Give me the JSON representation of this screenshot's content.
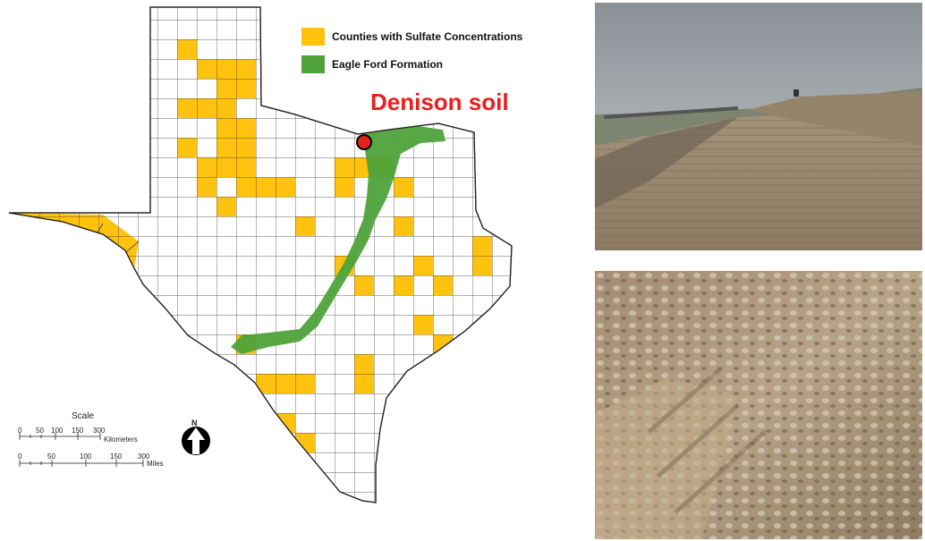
{
  "legend": {
    "items": [
      {
        "label": "Counties with Sulfate Concentrations",
        "color": "#ffc20e"
      },
      {
        "label": "Eagle Ford Formation",
        "color": "#4ea33a"
      }
    ]
  },
  "site_marker": {
    "label": "Denison soil",
    "label_color": "#ef1c1c",
    "marker_color": "#e2231a"
  },
  "scale_bar": {
    "title": "Scale",
    "km_ticks": [
      "0",
      "50",
      "100",
      "150",
      "300"
    ],
    "km_unit": "Kilometers",
    "mile_ticks": [
      "0",
      "50",
      "100",
      "150",
      "300"
    ],
    "mile_unit": "Miles"
  },
  "north_arrow": {
    "label": "N"
  },
  "photos": [
    {
      "subject": "road-construction-embankment"
    },
    {
      "subject": "excavated-soil-closeup"
    }
  ]
}
